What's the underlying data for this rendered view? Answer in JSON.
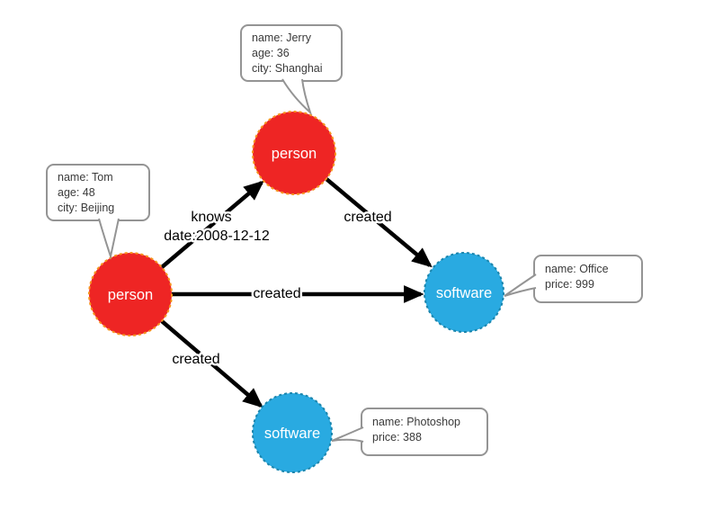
{
  "diagram": {
    "type": "property-graph",
    "background": "#ffffff",
    "colors": {
      "person_fill": "#ee2524",
      "person_stroke": "#f7941d",
      "software_fill": "#29aae1",
      "software_stroke": "#1a85ad",
      "edge_color": "#000000",
      "callout_border": "#949494",
      "callout_text": "#3a3a3a",
      "node_label_text": "#ffffff"
    },
    "nodes": {
      "tom": {
        "label": "person",
        "type": "person"
      },
      "jerry": {
        "label": "person",
        "type": "person"
      },
      "office": {
        "label": "software",
        "type": "software"
      },
      "photoshop": {
        "label": "software",
        "type": "software"
      }
    },
    "callouts": {
      "jerry": {
        "lines": [
          "name: Jerry",
          "age: 36",
          "city: Shanghai"
        ]
      },
      "tom": {
        "lines": [
          "name: Tom",
          "age: 48",
          "city: Beijing"
        ]
      },
      "office": {
        "lines": [
          "name: Office",
          "price: 999"
        ]
      },
      "photoshop": {
        "lines": [
          "name: Photoshop",
          "price: 388"
        ]
      }
    },
    "edges": {
      "knows": {
        "from": "tom",
        "to": "jerry",
        "label": "knows",
        "sublabel": "date:2008-12-12"
      },
      "created_jerry_office": {
        "from": "jerry",
        "to": "office",
        "label": "created"
      },
      "created_tom_office": {
        "from": "tom",
        "to": "office",
        "label": "created"
      },
      "created_tom_photoshop": {
        "from": "tom",
        "to": "photoshop",
        "label": "created"
      }
    }
  }
}
